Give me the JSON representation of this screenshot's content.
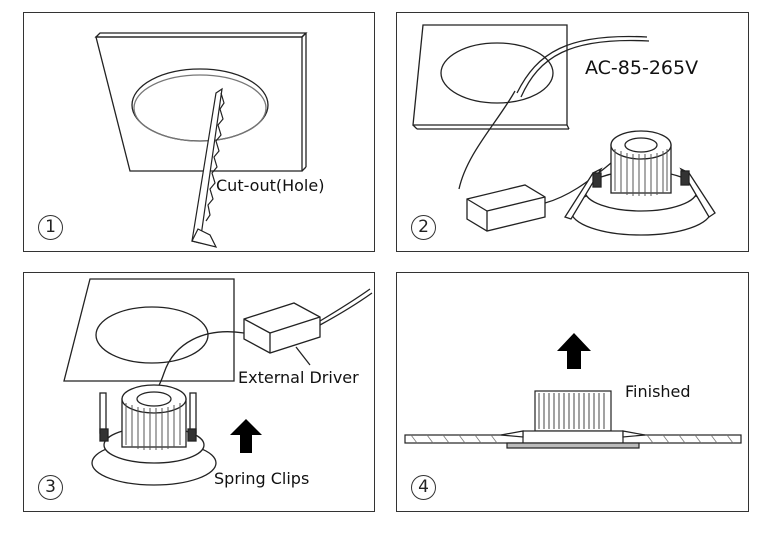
{
  "steps": [
    {
      "number": "1",
      "label": "Cut-out(Hole)"
    },
    {
      "number": "2",
      "label": "AC-85-265V"
    },
    {
      "number": "3",
      "label_driver": "External Driver",
      "label_clips": "Spring Clips"
    },
    {
      "number": "4",
      "label": "Finished"
    }
  ],
  "icons": {
    "saw": "saw-blade-icon",
    "arrow": "up-arrow-icon"
  }
}
